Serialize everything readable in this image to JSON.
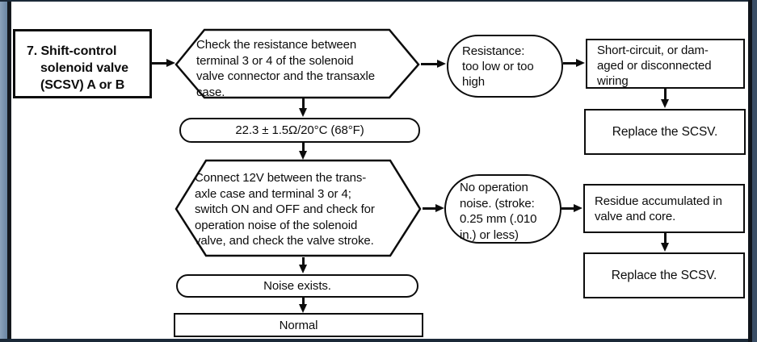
{
  "document": {
    "kind": "automatic-transaxle troubleshooting flowchart",
    "step_number": "7"
  },
  "colors": {
    "line": "#0c0c0c",
    "background": "#ffffff",
    "frame_navy": "#1b2938",
    "frame_steel_blue": "#7b97b3"
  },
  "nodes": {
    "step_title": {
      "lines": [
        "7. Shift-control",
        "solenoid valve",
        "(SCSV) A or B"
      ]
    },
    "check_resistance": {
      "lines": [
        "Check the resistance between",
        "terminal 3 or 4 of the solenoid",
        "valve connector and the transaxle",
        "case."
      ]
    },
    "resistance_result": {
      "lines": [
        "Resistance:",
        "too low or too",
        "high"
      ]
    },
    "short_circuit": {
      "lines": [
        "Short-circuit, or dam-",
        "aged or disconnected",
        "wiring"
      ]
    },
    "replace_scsv_1": {
      "label": "Replace the SCSV."
    },
    "resistance_spec": {
      "label": "22.3 ± 1.5Ω/20°C (68°F)"
    },
    "connect_12v": {
      "lines": [
        "Connect 12V between the trans-",
        "axle case and terminal 3 or 4;",
        "switch ON and OFF and check for",
        "operation noise of the solenoid",
        "valve, and check the valve stroke."
      ]
    },
    "no_operation_noise": {
      "lines": [
        "No operation",
        "noise. (stroke:",
        "0.25 mm (.010",
        "in.) or less)"
      ]
    },
    "residue": {
      "lines": [
        "Residue accumulated in",
        "valve and core."
      ]
    },
    "replace_scsv_2": {
      "label": "Replace the SCSV."
    },
    "noise_exists": {
      "label": "Noise exists."
    },
    "normal": {
      "label": "Normal"
    }
  }
}
